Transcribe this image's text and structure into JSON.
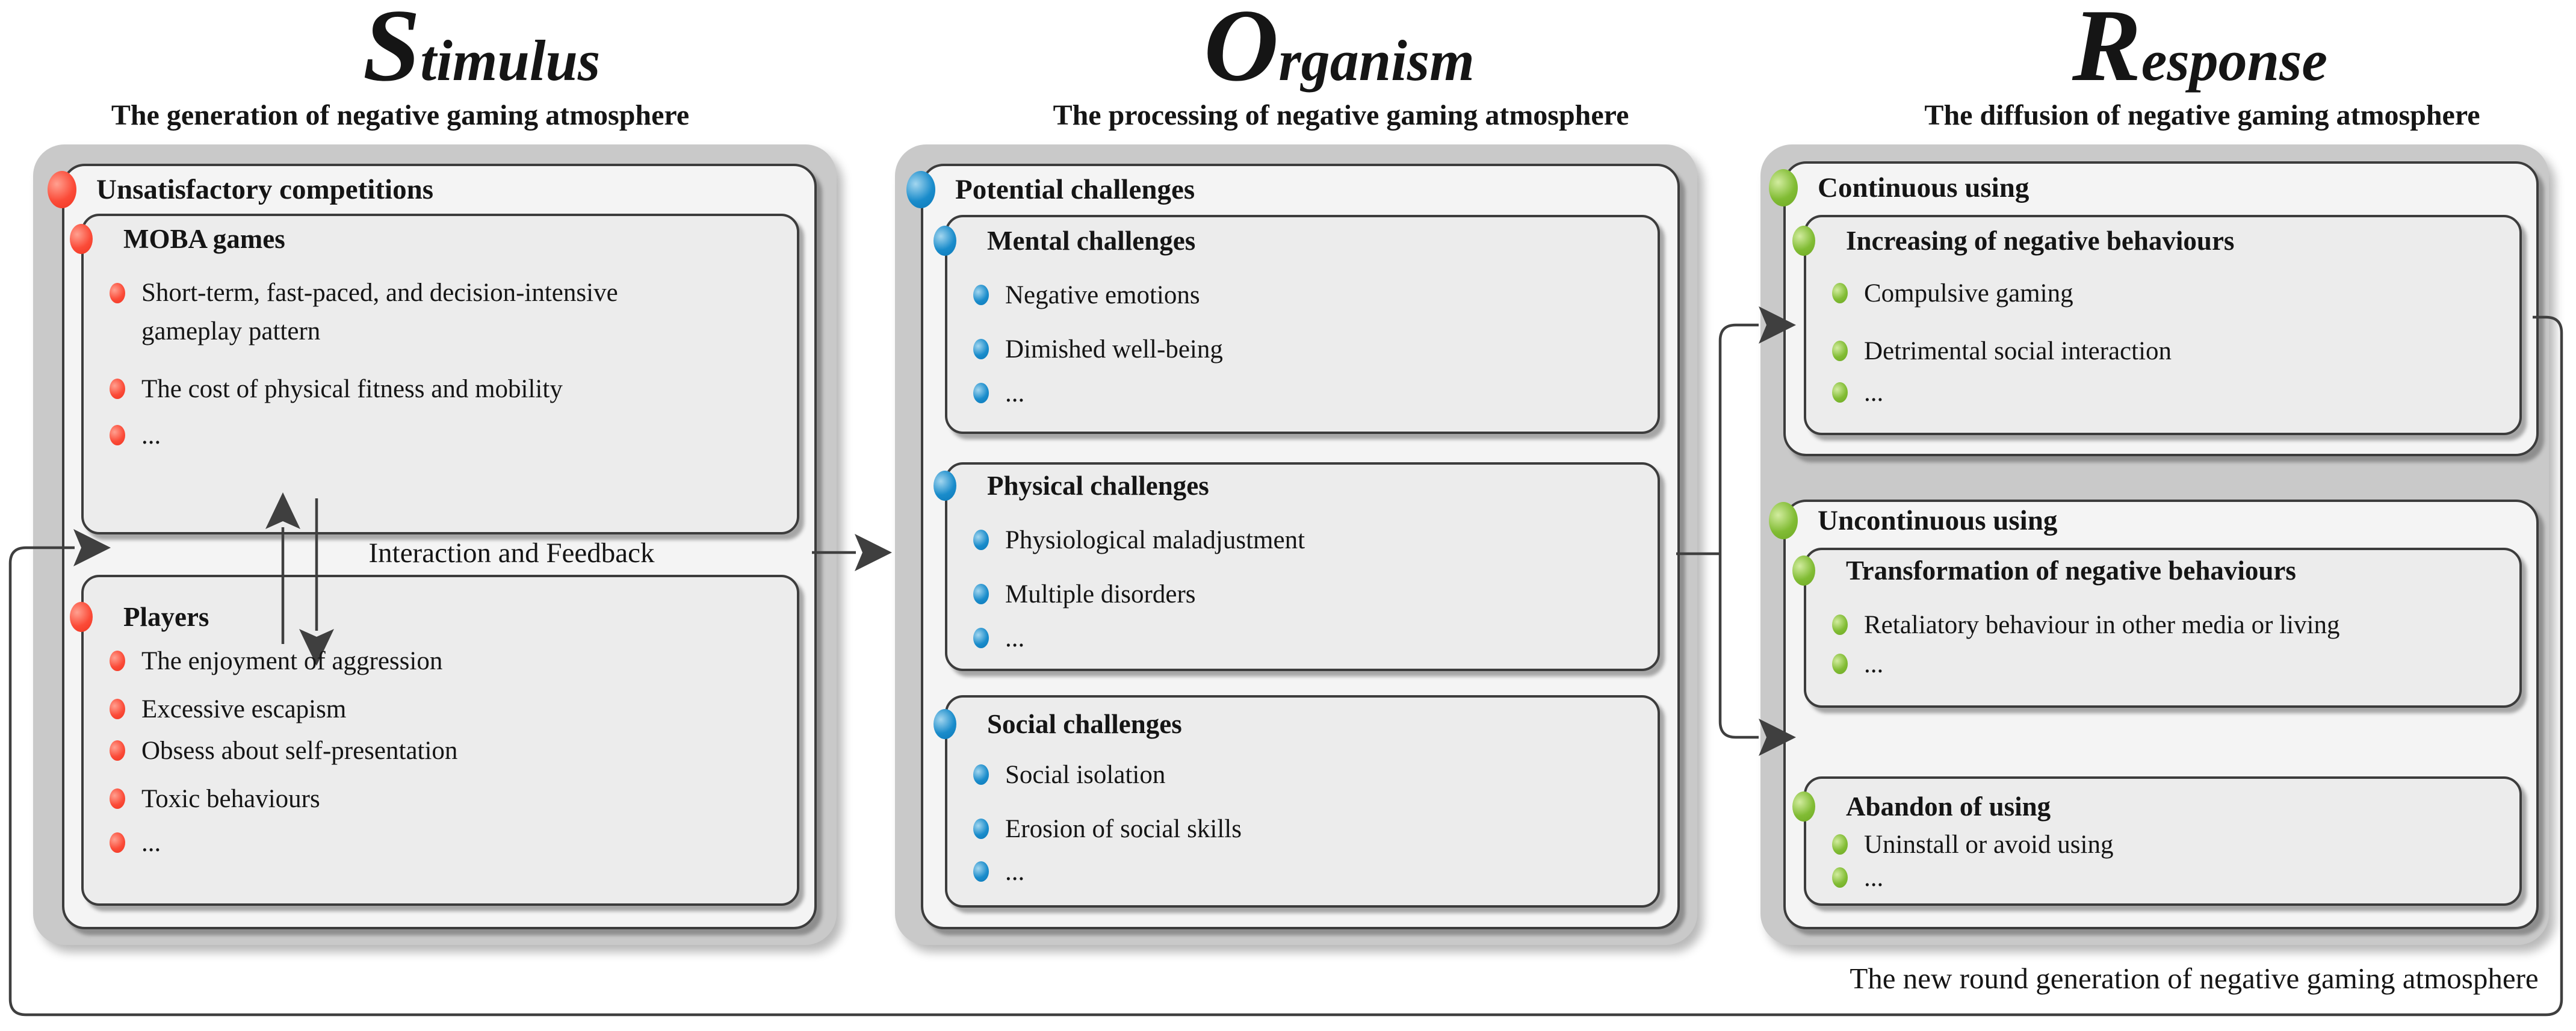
{
  "stimulus": {
    "big_letter": "S",
    "word_rest": "timulus",
    "subtitle": "The generation of negative gaming atmosphere",
    "section_title": "Unsatisfactory competitions",
    "moba": {
      "title": "MOBA games",
      "bullets": [
        "Short-term, fast-paced, and decision-intensive gameplay pattern",
        "The cost of physical fitness and mobility",
        "..."
      ]
    },
    "players": {
      "title": "Players",
      "bullets": [
        "The enjoyment of aggression",
        "Excessive escapism",
        "Obsess about self-presentation",
        "Toxic behaviours",
        "..."
      ]
    },
    "interaction_label": "Interaction and Feedback"
  },
  "organism": {
    "big_letter": "O",
    "word_rest": "rganism",
    "subtitle": "The processing of negative gaming atmosphere",
    "section_title": "Potential challenges",
    "mental": {
      "title": "Mental challenges",
      "bullets": [
        "Negative emotions",
        "Dimished well-being",
        "..."
      ]
    },
    "physical": {
      "title": "Physical challenges",
      "bullets": [
        "Physiological maladjustment",
        "Multiple disorders",
        "..."
      ]
    },
    "social": {
      "title": "Social challenges",
      "bullets": [
        "Social isolation",
        "Erosion of social skills",
        "..."
      ]
    }
  },
  "response": {
    "big_letter": "R",
    "word_rest": "esponse",
    "subtitle": "The diffusion of negative gaming atmosphere",
    "continuous": {
      "section_title": "Continuous using",
      "increasing": {
        "title": "Increasing of negative behaviours",
        "bullets": [
          "Compulsive gaming",
          "Detrimental social interaction",
          "..."
        ]
      }
    },
    "uncontinuous": {
      "section_title": "Uncontinuous using",
      "transformation": {
        "title": "Transformation of negative behaviours",
        "bullets": [
          "Retaliatory behaviour in other media or living",
          "..."
        ]
      },
      "abandon": {
        "title": "Abandon of using",
        "bullets": [
          "Uninstall or avoid using",
          "..."
        ]
      }
    }
  },
  "footer": {
    "new_round_label": "The new round generation of negative gaming atmosphere"
  },
  "colors": {
    "stimulus_accent": "#fb4b38",
    "organism_accent": "#1a8ccb",
    "response_accent": "#81bc34",
    "panel_gray": "#c9c9c9",
    "connector": "#3f3f3f"
  }
}
